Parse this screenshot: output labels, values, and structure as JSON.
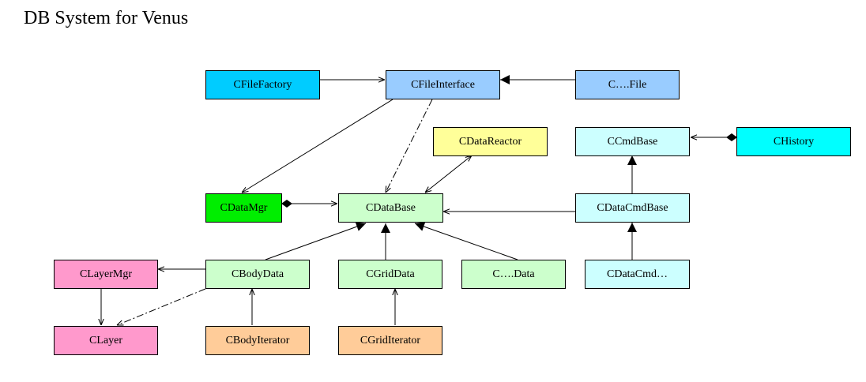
{
  "title": "DB System for Venus",
  "nodes": {
    "cfilefactory": {
      "label": "CFileFactory",
      "color": "#00ccff"
    },
    "cfileinterface": {
      "label": "CFileInterface",
      "color": "#99ccff"
    },
    "cfile": {
      "label": "C….File",
      "color": "#99ccff"
    },
    "cdatareactor": {
      "label": "CDataReactor",
      "color": "#ffff99"
    },
    "ccmdbase": {
      "label": "CCmdBase",
      "color": "#ccffff"
    },
    "chistory": {
      "label": "CHistory",
      "color": "#00ffff"
    },
    "cdatamgr": {
      "label": "CDataMgr",
      "color": "#00ee00"
    },
    "cdatabase": {
      "label": "CDataBase",
      "color": "#ccffcc"
    },
    "cdatacmdbase": {
      "label": "CDataCmdBase",
      "color": "#ccffff"
    },
    "clayermgr": {
      "label": "CLayerMgr",
      "color": "#ff99cc"
    },
    "cbodydata": {
      "label": "CBodyData",
      "color": "#ccffcc"
    },
    "cgriddata": {
      "label": "CGridData",
      "color": "#ccffcc"
    },
    "cdata": {
      "label": "C….Data",
      "color": "#ccffcc"
    },
    "cdatacmd": {
      "label": "CDataCmd…",
      "color": "#ccffff"
    },
    "clayer": {
      "label": "CLayer",
      "color": "#ff99cc"
    },
    "cbodyiterator": {
      "label": "CBodyIterator",
      "color": "#ffcc99"
    },
    "cgriditerator": {
      "label": "CGridIterator",
      "color": "#ffcc99"
    }
  }
}
